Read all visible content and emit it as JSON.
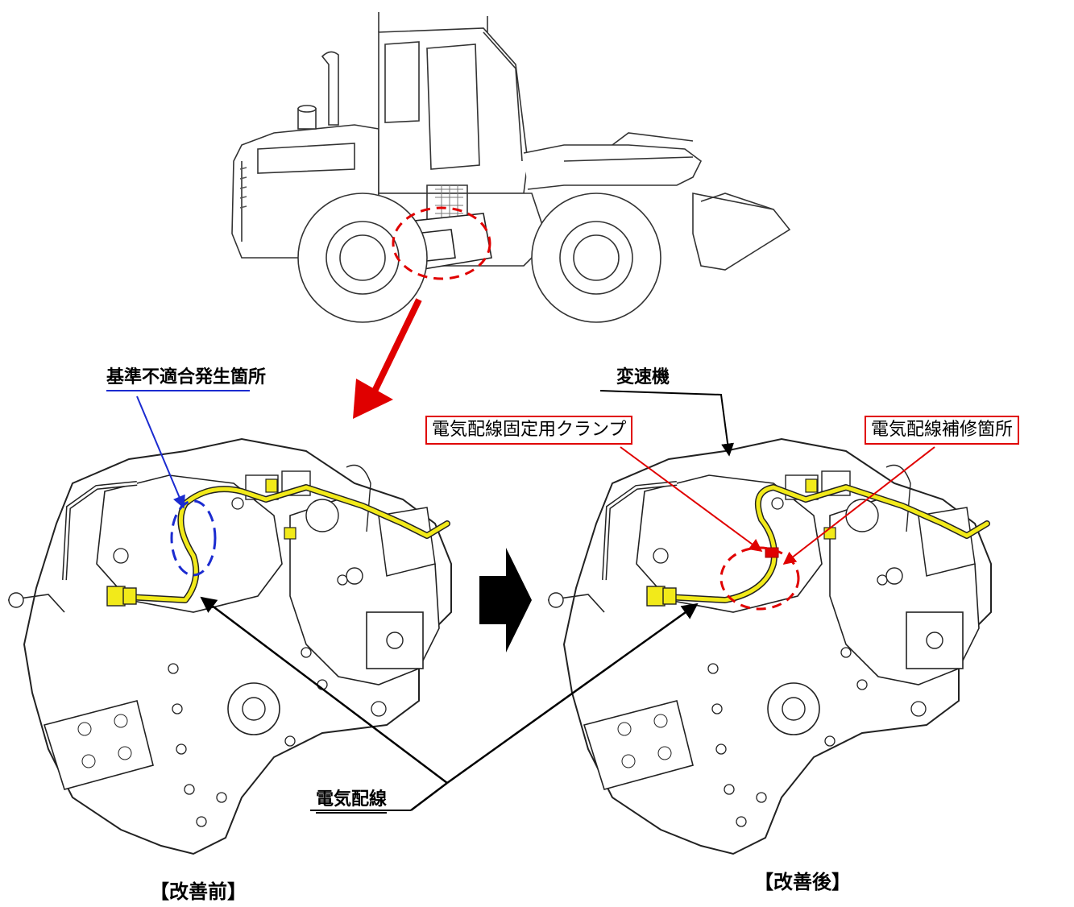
{
  "labels": {
    "nonconformity_location": "基準不適合発生箇所",
    "transmission": "変速機",
    "wire_clamp": "電気配線固定用クランプ",
    "wire_repair_location": "電気配線補修箇所",
    "electrical_wiring": "電気配線",
    "before": "【改善前】",
    "after": "【改善後】"
  },
  "colors": {
    "highlight_red": "#e00000",
    "wiring_yellow": "#f2ea1a",
    "callout_blue": "#1b2bd0",
    "line_black": "#000000"
  },
  "icons": {
    "transition_arrow": "right-arrow-icon",
    "zoom_arrow": "down-left-arrow-icon"
  }
}
